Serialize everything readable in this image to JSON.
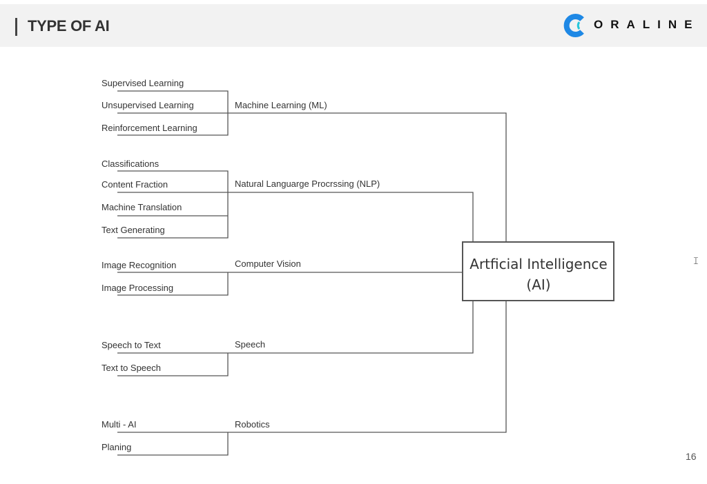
{
  "header": {
    "title": "TYPE OF AI",
    "logo_text": "ORALINE",
    "logo_icon": "coraline-c-logo",
    "logo_colors": [
      "#1e88e5",
      "#26c6da"
    ]
  },
  "diagram": {
    "center": {
      "line1": "Artficial Intelligence",
      "line2": "(AI)"
    },
    "groups": [
      {
        "name": "Machine Learning (ML)",
        "items": [
          "Supervised Learning",
          "Unsupervised Learning",
          "Reinforcement Learning"
        ]
      },
      {
        "name": "Natural Languarge Procrssing (NLP)",
        "items": [
          "Classifications",
          "Content Fraction",
          "Machine Translation",
          "Text Generating"
        ]
      },
      {
        "name": "Computer Vision",
        "items": [
          "Image Recognition",
          "Image Processing"
        ]
      },
      {
        "name": "Speech",
        "items": [
          "Speech to Text",
          "Text to Speech"
        ]
      },
      {
        "name": "Robotics",
        "items": [
          "Multi - AI",
          "Planing"
        ]
      }
    ]
  },
  "page_number": "16"
}
